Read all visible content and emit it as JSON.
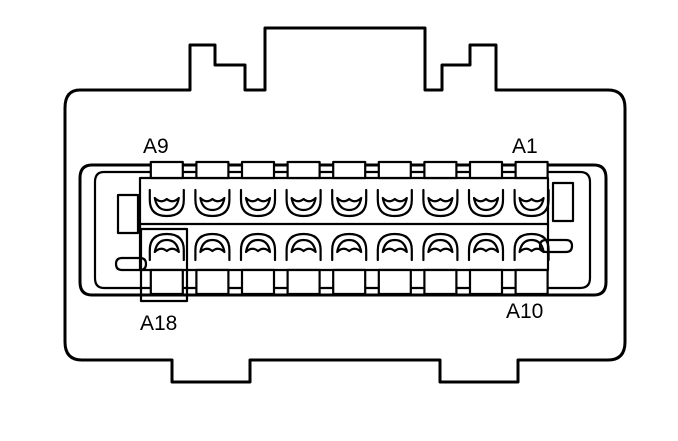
{
  "connector": {
    "pins_per_row": 9,
    "rows": 2
  },
  "labels": {
    "top_left": "A9",
    "top_right": "A1",
    "bottom_left": "A18",
    "bottom_right": "A10"
  }
}
